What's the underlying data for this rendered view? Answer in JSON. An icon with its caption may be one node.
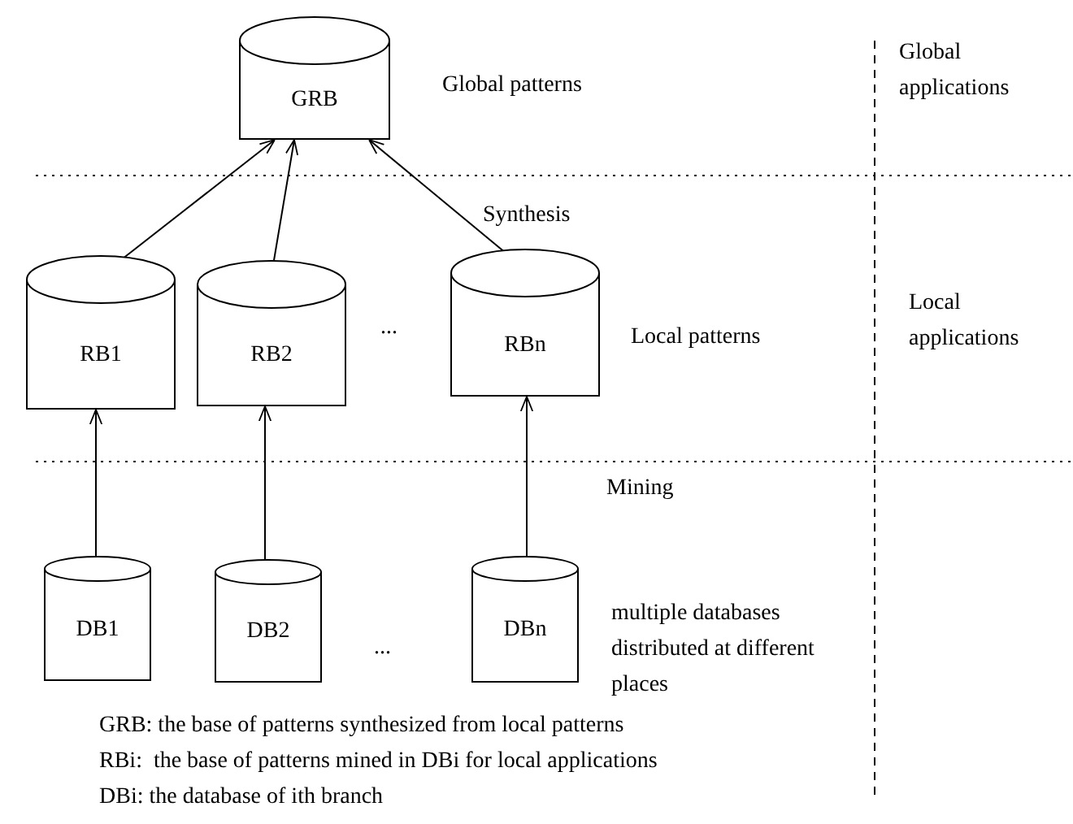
{
  "diagram": {
    "nodes": [
      {
        "text": [
          "GRB"
        ],
        "beside": [
          "Global patterns"
        ]
      },
      {
        "text": [
          "RB1"
        ]
      },
      {
        "text": [
          "RB2"
        ]
      },
      {
        "text": [
          "RBn"
        ],
        "beside": [
          "Local patterns"
        ]
      },
      {
        "text": [
          "DB1"
        ]
      },
      {
        "text": [
          "DB2"
        ]
      },
      {
        "text": [
          "DBn"
        ],
        "beside": [
          "multiple databases distributed at different places"
        ]
      }
    ],
    "edges": [
      {
        "from": 1,
        "to": 0,
        "arrow": "to"
      },
      {
        "from": 2,
        "to": 0,
        "arrow": "to"
      },
      {
        "from": 3,
        "to": 0,
        "arrow": "to"
      },
      {
        "from": 4,
        "to": 1,
        "arrow": "to"
      },
      {
        "from": 5,
        "to": 2,
        "arrow": "to"
      },
      {
        "from": 6,
        "to": 3,
        "arrow": "to"
      }
    ],
    "labels": [
      "Global applications",
      "Synthesis",
      "...",
      "Local applications",
      "Mining",
      "...",
      "GRB: the base of patterns synthesized from local patterns",
      "RBi:  the base of patterns mined in DBi for local applications",
      "DBi: the database of ith branch"
    ]
  }
}
